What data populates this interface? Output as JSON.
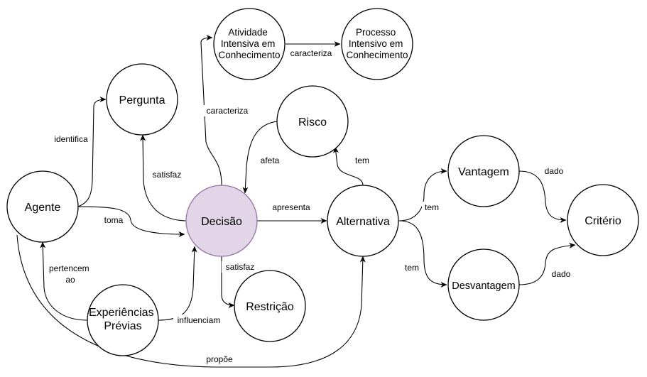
{
  "nodes": {
    "atividade": {
      "lines": [
        "Atividade",
        "Intensiva em",
        "Conhecimento"
      ]
    },
    "processo": {
      "lines": [
        "Processo",
        "Intensivo em",
        "Conhecimento"
      ]
    },
    "pergunta": {
      "lines": [
        "Pergunta"
      ]
    },
    "risco": {
      "lines": [
        "Risco"
      ]
    },
    "agente": {
      "lines": [
        "Agente"
      ]
    },
    "decisao": {
      "lines": [
        "Decisão"
      ]
    },
    "alternativa": {
      "lines": [
        "Alternativa"
      ]
    },
    "vantagem": {
      "lines": [
        "Vantagem"
      ]
    },
    "criterio": {
      "lines": [
        "Critério"
      ]
    },
    "desvantagem": {
      "lines": [
        "Desvantagem"
      ]
    },
    "experiencias": {
      "lines": [
        "Experiências",
        "Prévias"
      ]
    },
    "restricao": {
      "lines": [
        "Restrição"
      ]
    }
  },
  "edges": {
    "caracteriza_top": "caracteriza",
    "caracteriza_left": "caracteriza",
    "identifica": "identifica",
    "satisfaz_pergunta": "satisfaz",
    "afeta": "afeta",
    "tem_risco": "tem",
    "apresenta": "apresenta",
    "toma": "toma",
    "tem_vantagem": "tem",
    "tem_desvantagem": "tem",
    "dado_vantagem": "dado",
    "dado_desvantagem": "dado",
    "satisfaz_restricao": "satisfaz",
    "pertencem": [
      "pertencem",
      "ao"
    ],
    "influenciam": "influenciam",
    "propoe": "propõe"
  },
  "colors": {
    "highlight_fill": "#e1d5e7",
    "highlight_stroke": "#9673a6",
    "stroke": "#000000"
  }
}
